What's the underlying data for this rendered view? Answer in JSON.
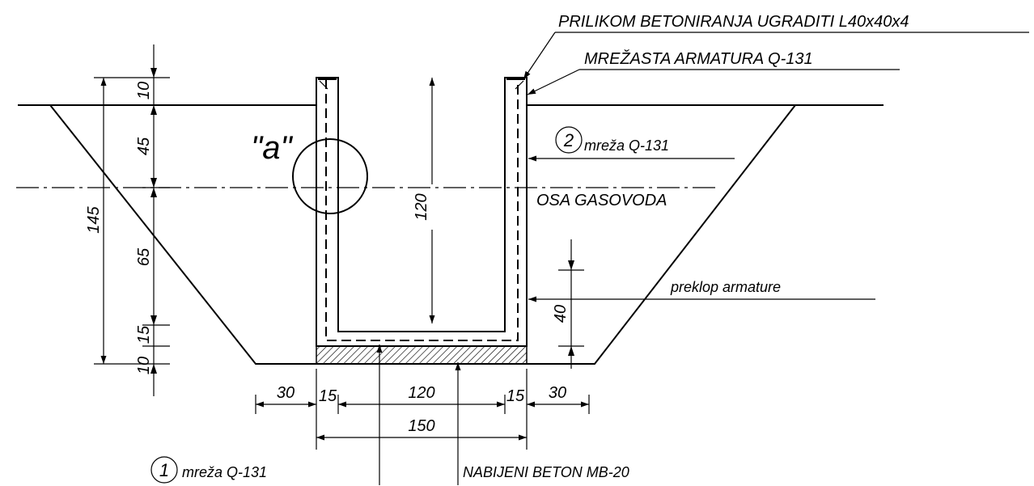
{
  "labels": {
    "angle_note": "PRILIKOM BETONIRANJA UGRADITI L40x40x4",
    "mesh_note": "MREŽASTA ARMATURA Q-131",
    "detail_mark": "\"a\"",
    "mesh2_number": "2",
    "mesh2_text": "mreža Q-131",
    "axis_label": "OSA GASOVODA",
    "overlap": "preklop armature",
    "mesh1_number": "1",
    "mesh1_text": "mreža Q-131",
    "concrete": "NABIJENI BETON MB-20"
  },
  "dimensions": {
    "left_10_top": "10",
    "left_45": "45",
    "left_145": "145",
    "left_65": "65",
    "left_15": "15",
    "left_10_bottom": "10",
    "inner_120_height": "120",
    "overlap_40": "40",
    "bottom_30_left": "30",
    "bottom_15_left": "15",
    "bottom_120": "120",
    "bottom_15_right": "15",
    "bottom_30_right": "30",
    "bottom_150": "150"
  }
}
